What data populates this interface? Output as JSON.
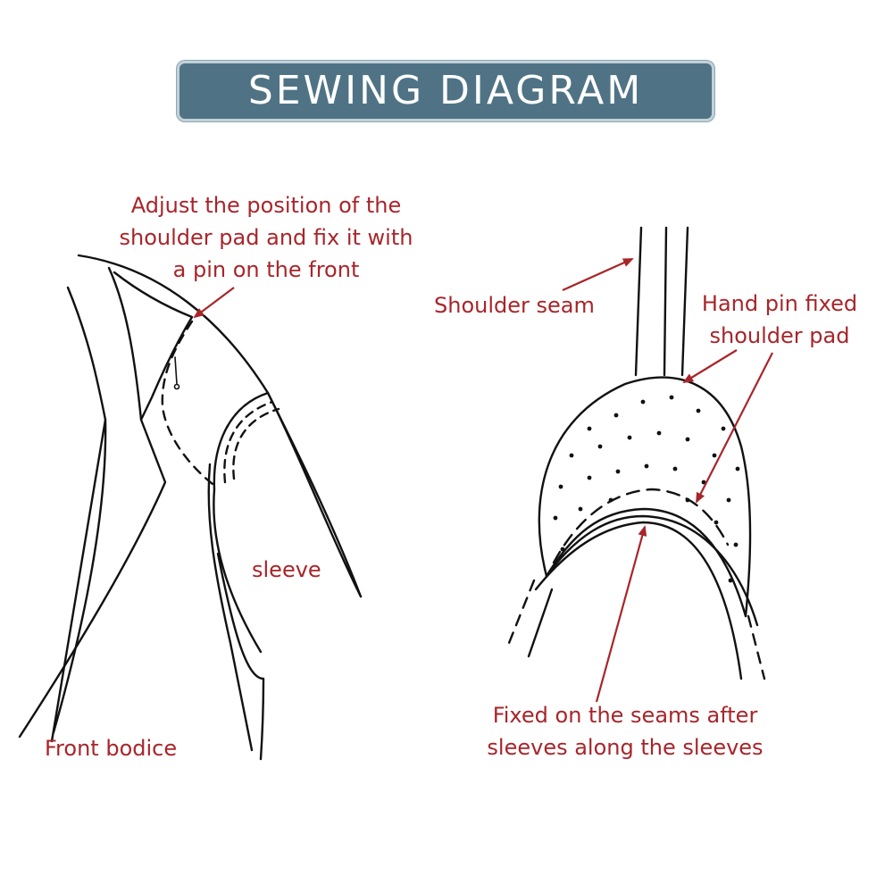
{
  "title": "SEWING DIAGRAM",
  "colors": {
    "banner_bg": "#4f7385",
    "banner_border": "#c3d1d9",
    "title_text": "#ffffff",
    "label_text": "#a8252a",
    "line": "#111111",
    "arrow": "#a8252a"
  },
  "left_figure": {
    "callout_lines": [
      "Adjust the position of the",
      "shoulder pad and fix it with",
      "a pin on the front"
    ],
    "sleeve_label": "sleeve",
    "bodice_label": "Front bodice"
  },
  "right_figure": {
    "shoulder_seam_label": "Shoulder seam",
    "hand_pin_lines": [
      "Hand pin fixed",
      "shoulder pad"
    ],
    "seams_lines": [
      "Fixed on the seams after",
      "sleeves along the sleeves"
    ]
  }
}
